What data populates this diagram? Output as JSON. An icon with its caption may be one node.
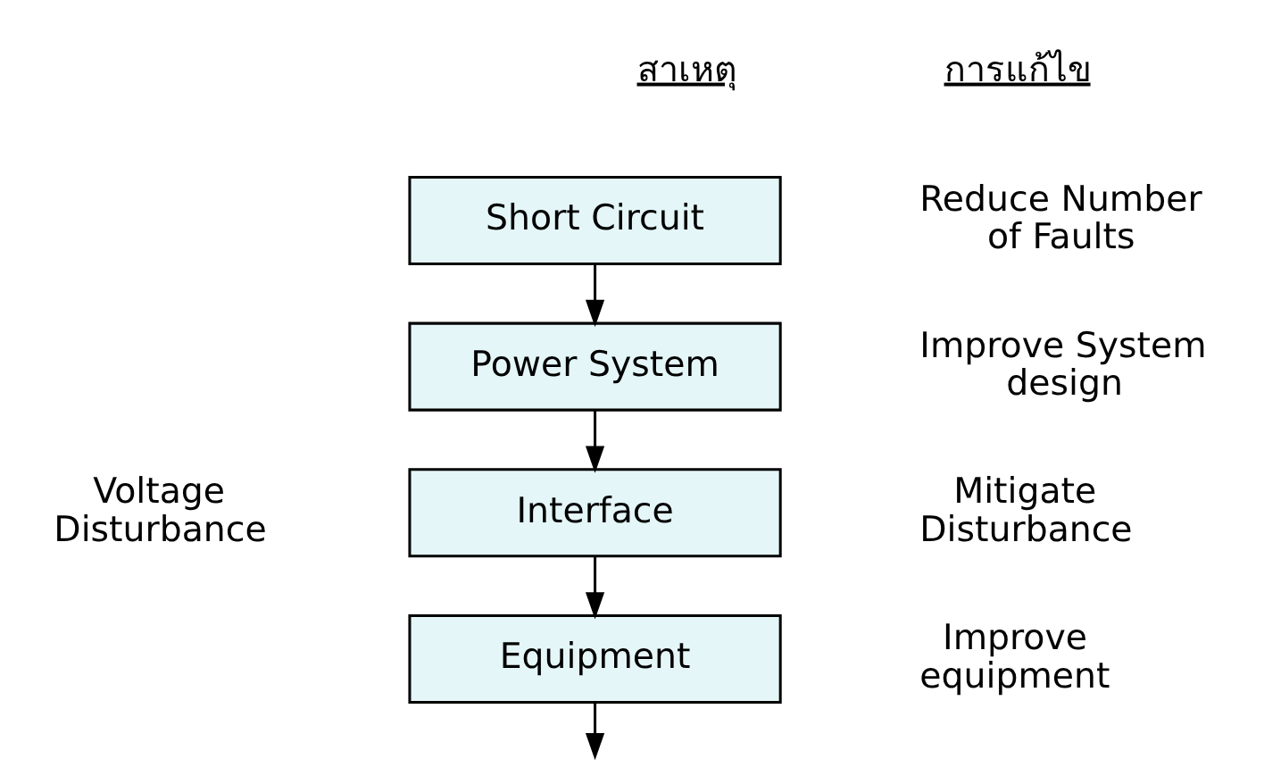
{
  "diagram": {
    "nodes": [
      {
        "text": [
          "Short Circuit"
        ]
      },
      {
        "text": [
          "Power System"
        ]
      },
      {
        "text": [
          "Interface"
        ]
      },
      {
        "text": [
          "Equipment"
        ]
      }
    ],
    "edges": [
      {
        "from": 0,
        "to": 1,
        "arrow": "to"
      },
      {
        "from": 1,
        "to": 2,
        "arrow": "to"
      },
      {
        "from": 2,
        "to": 3,
        "arrow": "to"
      },
      {
        "from": 3,
        "to": null,
        "arrow": "to"
      }
    ],
    "labels": [
      "สาเหตุ",
      "การแก้ไข",
      "Reduce Number of Faults",
      "Improve System design",
      "Voltage Disturbance",
      "Mitigate Disturbance",
      "Improve equipment"
    ]
  }
}
